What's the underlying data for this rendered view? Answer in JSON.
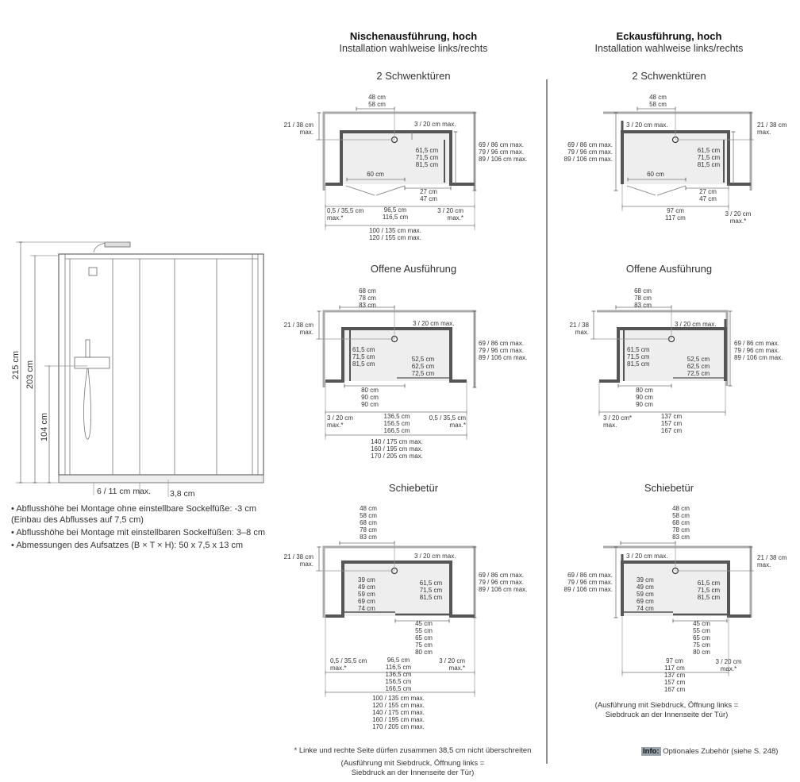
{
  "headings": {
    "niche_title": "Nischenausführung, hoch",
    "niche_sub": "Installation wahlweise links/rechts",
    "corner_title": "Eckausführung, hoch",
    "corner_sub": "Installation wahlweise links/rechts"
  },
  "sections": {
    "swing": "2 Schwenktüren",
    "open": "Offene Ausführung",
    "slide": "Schiebetür"
  },
  "front_view": {
    "h_total": "215 cm",
    "h_shower": "203 cm",
    "h_mixer": "104 cm",
    "base_h": "6 / 11 cm max.",
    "drain_h": "3,8 cm"
  },
  "notes": [
    "Abflusshöhe bei Montage ohne einstellbare Sockelfüße: -3 cm (Einbau des Abflusses auf 7,5 cm)",
    "Abflusshöhe bei Montage mit einstellbaren Sockelfüßen: 3–8 cm",
    "Abmessungen des Aufsatzes (B × T × H): 50 x 7,5 x 13 cm"
  ],
  "niche_swing": {
    "top_w": [
      "48 cm",
      "58 cm"
    ],
    "left_off": [
      "21 / 38 cm",
      "max."
    ],
    "tap_off": "3 / 20 cm max.",
    "inner_depth": [
      "61,5 cm",
      "71,5 cm",
      "81,5 cm"
    ],
    "right_depth": [
      "69 / 86 cm max.",
      "79 / 96 cm max.",
      "89 / 106 cm max."
    ],
    "door": "60 cm",
    "door_r": [
      "27 cm",
      "47 cm"
    ],
    "bl": [
      "0,5 / 35,5 cm",
      "max.*"
    ],
    "bm": [
      "96,5 cm",
      "116,5 cm"
    ],
    "br": [
      "3 / 20 cm",
      "max.*"
    ],
    "total": [
      "100 / 135 cm max.",
      "120 / 155 cm max."
    ]
  },
  "corner_swing": {
    "top_w": [
      "48 cm",
      "58 cm"
    ],
    "tap_off": "3 / 20 cm max.",
    "right_off": [
      "21 / 38 cm",
      "max."
    ],
    "left_depth": [
      "69 / 86 cm max.",
      "79 / 96 cm max.",
      "89 / 106 cm max."
    ],
    "inner_depth": [
      "61,5 cm",
      "71,5 cm",
      "81,5 cm"
    ],
    "door": "60 cm",
    "door_r": [
      "27 cm",
      "47 cm"
    ],
    "bm": [
      "97 cm",
      "117 cm"
    ],
    "br": [
      "3 / 20 cm",
      "max.*"
    ]
  },
  "niche_open": {
    "top_w": [
      "68 cm",
      "78 cm",
      "83 cm"
    ],
    "left_off": [
      "21 / 38 cm",
      "max."
    ],
    "tap_off": "3 / 20 cm max.",
    "right_depth": [
      "69 / 86 cm max.",
      "79 / 96 cm max.",
      "89 / 106 cm max."
    ],
    "inner_l": [
      "61,5 cm",
      "71,5 cm",
      "81,5 cm"
    ],
    "inner_r": [
      "52,5 cm",
      "62,5 cm",
      "72,5 cm"
    ],
    "bottom_w": [
      "80 cm",
      "90 cm",
      "90 cm"
    ],
    "bl": [
      "3 / 20 cm",
      "max.*"
    ],
    "bm": [
      "136,5 cm",
      "156,5 cm",
      "166,5 cm"
    ],
    "br": [
      "0,5 / 35,5 cm",
      "max.*"
    ],
    "total": [
      "140 / 175 cm max.",
      "160 / 195 cm max.",
      "170 / 205 cm max."
    ]
  },
  "corner_open": {
    "top_w": [
      "68 cm",
      "78 cm",
      "83 cm"
    ],
    "left_off": [
      "21 / 38",
      "max."
    ],
    "tap_off": "3 / 20 cm max.",
    "right_depth": [
      "69 / 86 cm max.",
      "79 / 96 cm max.",
      "89 / 106 cm max."
    ],
    "inner_l": [
      "61,5 cm",
      "71,5 cm",
      "81,5 cm"
    ],
    "inner_r": [
      "52,5 cm",
      "62,5 cm",
      "72,5 cm"
    ],
    "bottom_w": [
      "80 cm",
      "90 cm",
      "90 cm"
    ],
    "bl": [
      "3 / 20 cm*",
      "max."
    ],
    "bm": [
      "137 cm",
      "157 cm",
      "167 cm"
    ]
  },
  "niche_slide": {
    "top_w": [
      "48 cm",
      "58 cm",
      "68 cm",
      "78 cm",
      "83 cm"
    ],
    "left_off": [
      "21 / 38 cm",
      "max."
    ],
    "tap_off": "3 / 20 cm max.",
    "right_depth": [
      "69 / 86 cm max.",
      "79 / 96 cm max.",
      "89 / 106 cm max."
    ],
    "inner_l": [
      "39 cm",
      "49 cm",
      "59 cm",
      "69 cm",
      "74 cm"
    ],
    "inner_r": [
      "61,5 cm",
      "71,5 cm",
      "81,5 cm"
    ],
    "door_w": [
      "45 cm",
      "55 cm",
      "65 cm",
      "75 cm",
      "80 cm"
    ],
    "bl": [
      "0,5 / 35,5 cm",
      "max.*"
    ],
    "bm": [
      "96,5 cm",
      "116,5 cm",
      "136,5 cm",
      "156,5 cm",
      "166,5 cm"
    ],
    "br": [
      "3 / 20 cm",
      "max.*"
    ],
    "total": [
      "100 / 135 cm max.",
      "120 / 155 cm max.",
      "140 / 175 cm max.",
      "160 / 195 cm max.",
      "170 / 205 cm max."
    ]
  },
  "corner_slide": {
    "top_w": [
      "48 cm",
      "58 cm",
      "68 cm",
      "78 cm",
      "83 cm"
    ],
    "tap_off": "3 / 20 cm max.",
    "right_off": [
      "21 / 38 cm",
      "max."
    ],
    "left_depth": [
      "69 / 86 cm max.",
      "79 / 96 cm max.",
      "89 / 106 cm max."
    ],
    "inner_l": [
      "39 cm",
      "49 cm",
      "59 cm",
      "69 cm",
      "74 cm"
    ],
    "inner_r": [
      "61,5 cm",
      "71,5 cm",
      "81,5 cm"
    ],
    "door_w": [
      "45 cm",
      "55 cm",
      "65 cm",
      "75 cm",
      "80 cm"
    ],
    "bm": [
      "97 cm",
      "117 cm",
      "137 cm",
      "157 cm",
      "167 cm"
    ],
    "br": [
      "3 / 20 cm",
      "max.*"
    ]
  },
  "footnotes": {
    "side_sum": "* Linke und rechte Seite dürfen zusammen 38,5 cm nicht überschreiten",
    "print_niche": [
      "(Ausführung mit Siebdruck, Öffnung links =",
      "Siebdruck an der Innenseite der Tür)"
    ],
    "print_corner": [
      "(Ausführung mit Siebdruck, Öffnung links =",
      "Siebdruck an der Innenseite der Tür)"
    ],
    "info_label": "Info:",
    "info_text": "Optionales Zubehör (siehe S. 248)"
  }
}
